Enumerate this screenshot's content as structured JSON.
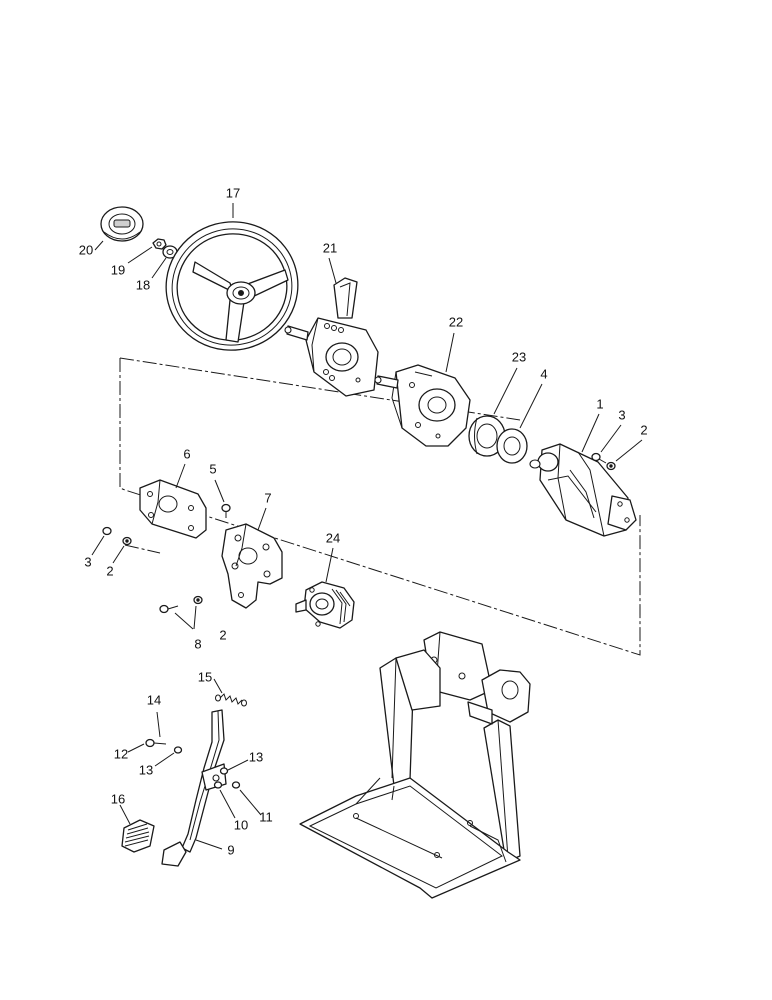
{
  "callouts": {
    "c1": "1",
    "c2a": "2",
    "c2b": "2",
    "c2c": "2",
    "c3a": "3",
    "c3b": "3",
    "c4": "4",
    "c5": "5",
    "c6": "6",
    "c7": "7",
    "c8": "8",
    "c9": "9",
    "c10": "10",
    "c11": "11",
    "c12": "12",
    "c13a": "13",
    "c13b": "13",
    "c14": "14",
    "c15": "15",
    "c16": "16",
    "c17": "17",
    "c18": "18",
    "c19": "19",
    "c20": "20",
    "c21": "21",
    "c22": "22",
    "c23": "23",
    "c24": "24"
  }
}
